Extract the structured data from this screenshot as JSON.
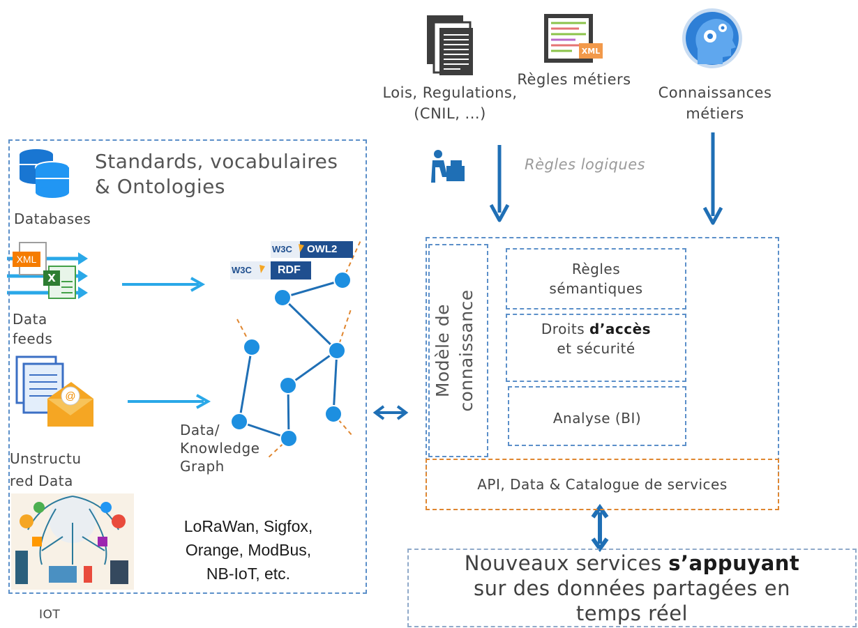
{
  "sources": {
    "laws_label": "Lois, Regulations,",
    "laws_sub": "(CNIL, ...)",
    "business_rules_label": "Règles métiers",
    "xml_badge": "XML",
    "knowledge_label_1": "Connaissances",
    "knowledge_label_2": "métiers",
    "logical_rules": "Règles logiques"
  },
  "left_panel": {
    "title_1": "Standards, vocabulaires",
    "title_2": "& Ontologies",
    "databases": "Databases",
    "data_feeds_1": "Data",
    "data_feeds_2": "feeds",
    "xml_file": "XML",
    "excel_file": "X",
    "unstructured_1": "Unstructu",
    "unstructured_2": "red Data",
    "graph_1": "Data/",
    "graph_2": "Knowledge",
    "graph_3": "Graph",
    "owl_w3c": "W3C",
    "owl_label": "OWL2",
    "rdf_w3c": "W3C",
    "rdf_label": "RDF",
    "iot_protocols_1": "LoRaWan, Sigfox,",
    "iot_protocols_2": "Orange, ModBus,",
    "iot_protocols_3": "NB-IoT, etc.",
    "iot_label": "IOT"
  },
  "right_panel": {
    "model_1": "Modèle de",
    "model_2": "connaissance",
    "semantic_1": "Règles",
    "semantic_2": "sémantiques",
    "rights_1": "Droits",
    "rights_bold": "d’accès",
    "rights_2": "et sécurité",
    "analysis": "Analyse (BI)",
    "api": "API, Data & Catalogue de services"
  },
  "new_services": {
    "line1_a": "Nouveaux services",
    "line1_bold": "s’appuyant",
    "line2": "sur des données partagées en",
    "line3": "temps réel"
  },
  "colors": {
    "arrow_blue": "#1f6fb5",
    "light_arrow": "#2aa8e8",
    "node_blue": "#1d8fe0",
    "dash_blue": "#5b8fc9",
    "dash_orange": "#e0862f"
  }
}
